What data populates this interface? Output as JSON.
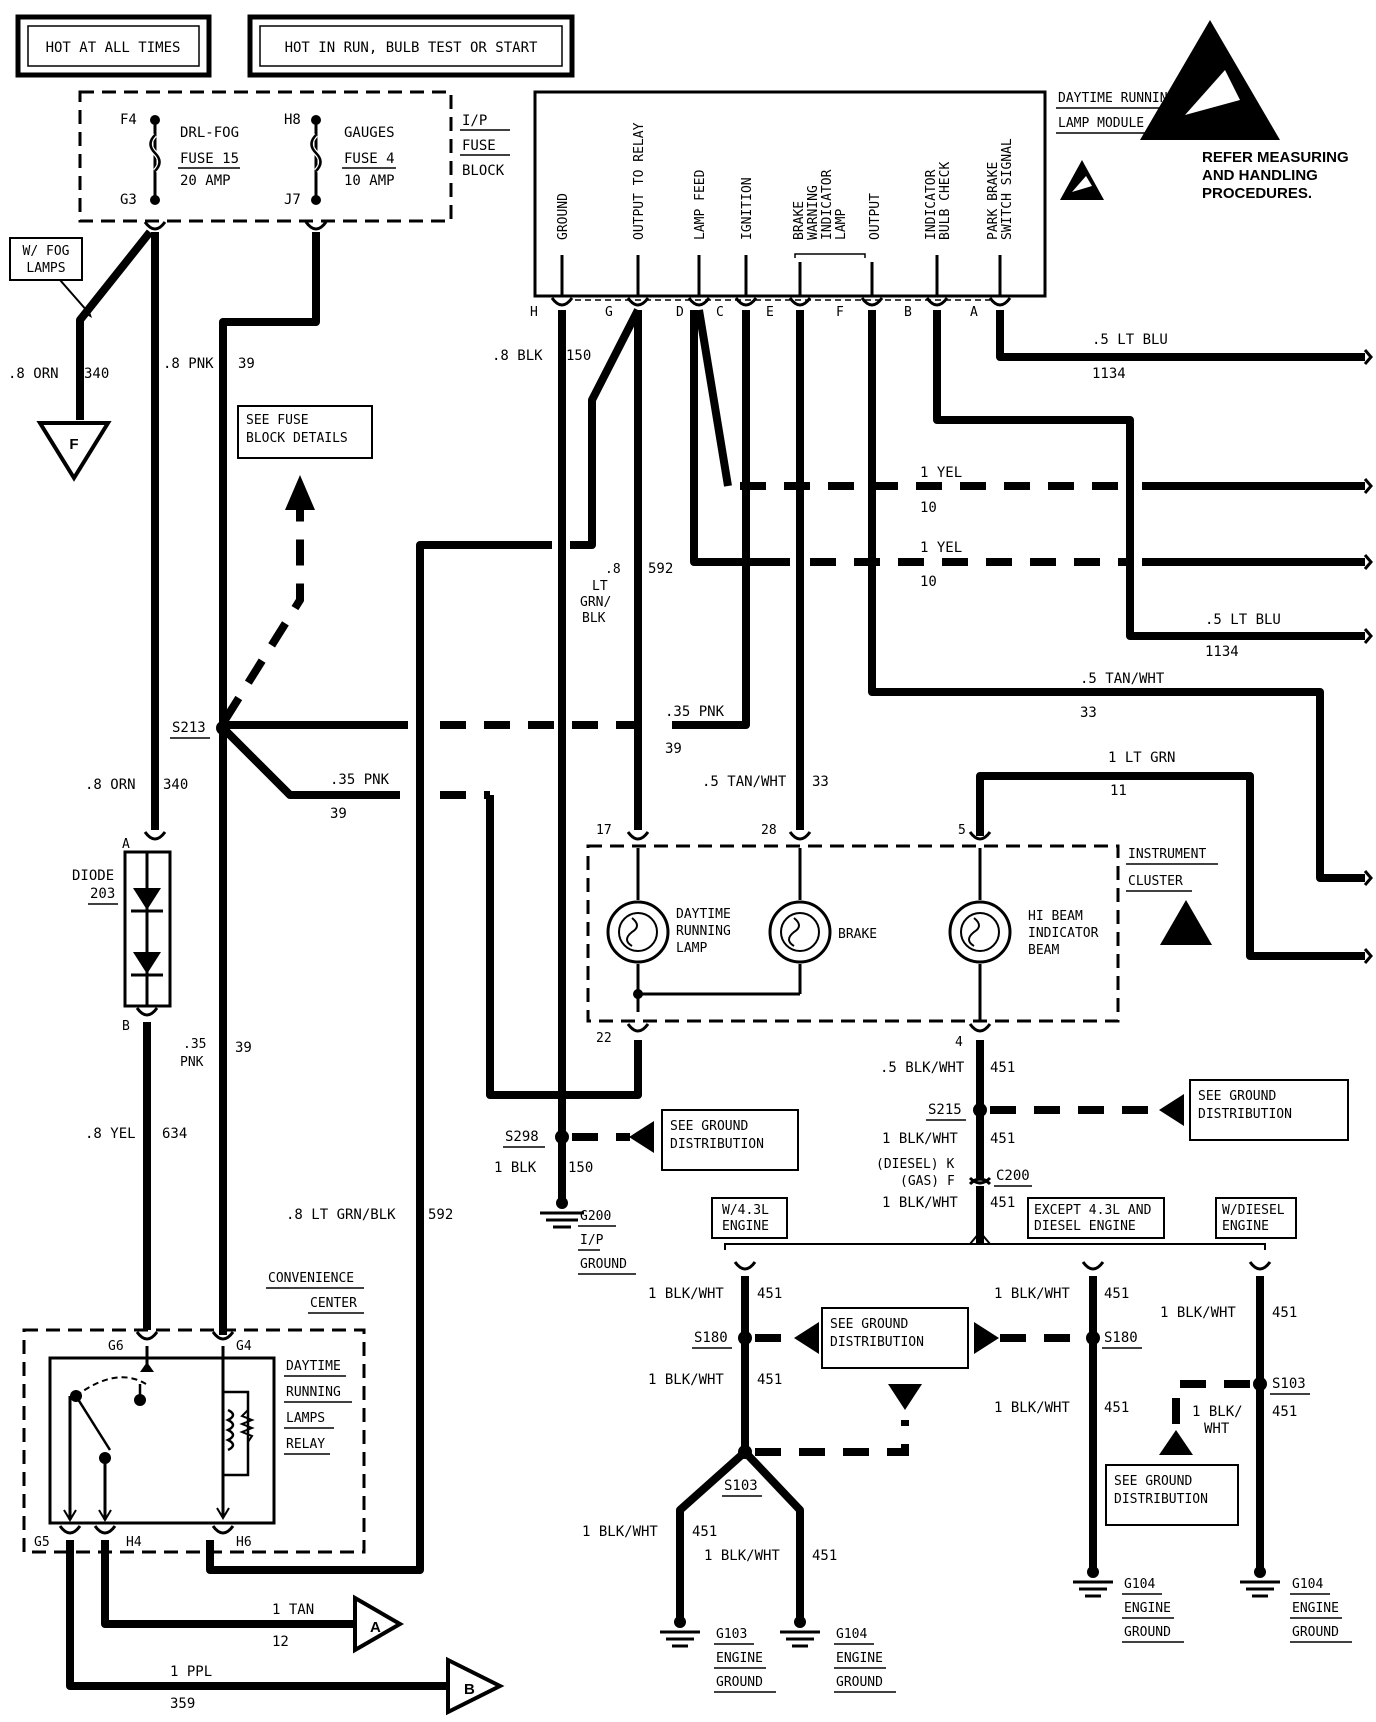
{
  "fuse_block": {
    "hot_at_all_times": "HOT AT ALL TIMES",
    "hot_in_run": "HOT IN RUN, BULB TEST OR START",
    "title_line1": "I/P",
    "title_line2": "FUSE",
    "title_line3": "BLOCK",
    "fuse15_l1": "DRL-FOG",
    "fuse15_l2": "FUSE 15",
    "fuse15_l3": "20 AMP",
    "fuse4_l1": "GAUGES",
    "fuse4_l2": "FUSE 4",
    "fuse4_l3": "10 AMP",
    "pin_f4": "F4",
    "pin_g3": "G3",
    "pin_h8": "H8",
    "pin_j7": "J7",
    "see_details_l1": "SEE FUSE",
    "see_details_l2": "BLOCK DETAILS"
  },
  "drl_module": {
    "title_l1": "DAYTIME RUNNING",
    "title_l2": "LAMP MODULE",
    "terminals": [
      "GROUND",
      "OUTPUT TO RELAY",
      "LAMP FEED",
      "IGNITION",
      "BRAKE",
      "WARNING",
      "INDICATOR",
      "LAMP",
      "OUTPUT",
      "INDICATOR",
      "BULB CHECK",
      "PARK BRAKE",
      "SWITCH SIGNAL"
    ],
    "pins": [
      "H",
      "G",
      "D",
      "C",
      "E",
      "F",
      "B",
      "A"
    ]
  },
  "esd": {
    "l1": "REFER MEASURING",
    "l2": "AND HANDLING",
    "l3": "PROCEDURES."
  },
  "wires": {
    "fog": "W/ FOG",
    "fog2": "LAMPS",
    "orn_340_a": ".8 ORN",
    "n340_a": "340",
    "pnk_39_a": ".8 PNK",
    "n39_a": "39",
    "blk_150": ".8 BLK",
    "n150": "150",
    "ltblu_a": ".5 LT BLU",
    "n1134_a": "1134",
    "yel_a": "1 YEL",
    "n10_a": "10",
    "yel_b": "1 YEL",
    "n10_b": "10",
    "ltblu_b": ".5 LT BLU",
    "n1134_b": "1134",
    "tanwht_a": ".5 TAN/WHT",
    "n33_a": "33",
    "ltgrn_11": "1 LT GRN",
    "n11": "11",
    "ltgrnblk_l1": ".8",
    "ltgrnblk_l2": "LT",
    "ltgrnblk_l3": "GRN/",
    "ltgrnblk_l4": "BLK",
    "n592_a": "592",
    "pnk35_a": ".35 PNK",
    "n39_b": "39",
    "pnk35_b": ".35 PNK",
    "n39_c": "39",
    "tanwht_b": ".5 TAN/WHT",
    "n33_b": "33",
    "orn_340_b": ".8 ORN",
    "n340_b": "340",
    "yel_634": ".8 YEL",
    "n634": "634",
    "pnk35_c1": ".35",
    "pnk35_c2": "PNK",
    "n39_d": "39",
    "ltgrnblk_b": ".8 LT GRN/BLK",
    "n592_b": "592",
    "tan_12": "1 TAN",
    "n12": "12",
    "ppl_359": "1 PPL",
    "n359": "359",
    "blk_150b": "1 BLK",
    "n150b": "150",
    "blkwht_a": ".5 BLK/WHT",
    "n451_a": "451",
    "blkwht_b": "1 BLK/WHT",
    "n451_b": "451",
    "blkwht_c": "1 BLK/WHT",
    "n451_c": "451",
    "diesel": "(DIESEL) K",
    "gas": "(GAS) F"
  },
  "splices": {
    "s213": "S213",
    "s298": "S298",
    "s215": "S215",
    "c200": "C200",
    "s180a": "S180",
    "s180b": "S180",
    "s103a": "S103",
    "s103b": "S103"
  },
  "cluster": {
    "title_l1": "INSTRUMENT",
    "title_l2": "CLUSTER",
    "drl_l1": "DAYTIME",
    "drl_l2": "RUNNING",
    "drl_l3": "LAMP",
    "brake": "BRAKE",
    "hi_l1": "HI BEAM",
    "hi_l2": "INDICATOR",
    "hi_l3": "BEAM",
    "pin17": "17",
    "pin28": "28",
    "pin5": "5",
    "pin22": "22",
    "pin4": "4"
  },
  "diode": {
    "l1": "DIODE",
    "l2": "203",
    "pin_a": "A",
    "pin_b": "B"
  },
  "relay": {
    "center_l1": "CONVENIENCE",
    "center_l2": "CENTER",
    "title_l1": "DAYTIME",
    "title_l2": "RUNNING",
    "title_l3": "LAMPS",
    "title_l4": "RELAY",
    "g6": "G6",
    "g4": "G4",
    "g5": "G5",
    "h4": "H4",
    "h6": "H6"
  },
  "grounds": {
    "g200_l1": "G200",
    "g200_l2": "I/P",
    "g200_l3": "GROUND",
    "see_gd": "SEE GROUND",
    "distribution": "DISTRIBUTION",
    "eng43_l1": "W/4.3L",
    "eng43_l2": "ENGINE",
    "except_l1": "EXCEPT 4.3L AND",
    "except_l2": "DIESEL ENGINE",
    "diesel_l1": "W/DIESEL",
    "diesel_l2": "ENGINE",
    "g103_l1": "G103",
    "g104_l1": "G104",
    "engine": "ENGINE",
    "ground": "GROUND",
    "blkwht": "1 BLK/WHT",
    "n451": "451",
    "blk_sl": "1 BLK/",
    "wht": "WHT"
  },
  "connectors": {
    "f": "F",
    "a": "A",
    "b": "B"
  }
}
